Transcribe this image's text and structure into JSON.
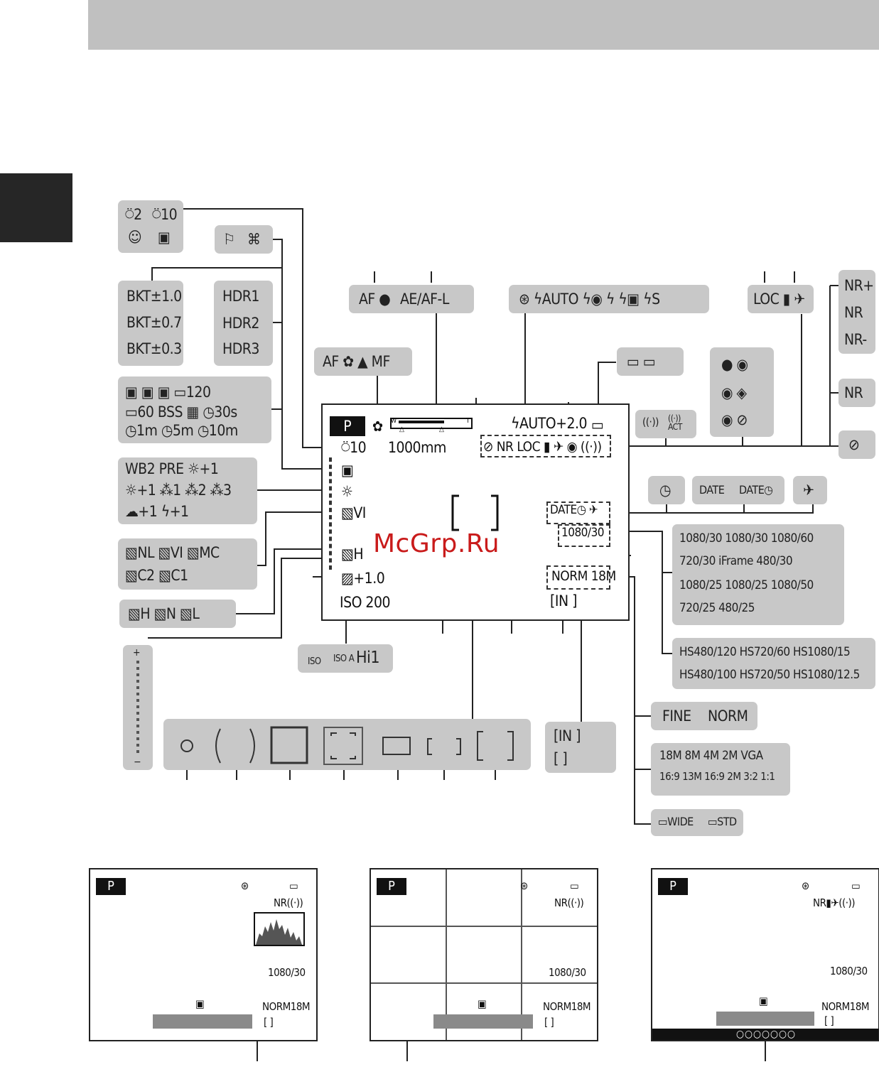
{
  "colors": {
    "header_band": "#c0c0c0",
    "side_tab": "#262626",
    "callout_box": "#c8c8c8",
    "watermark": "#c91b1b",
    "lcd_border": "#222222"
  },
  "watermark": "McGrp.Ru",
  "icons": {
    "self_timer_2": "⍥2",
    "self_timer_10": "⍥10",
    "smile_timer": "☺",
    "pet_release": "▣",
    "camera_shake": "⚐",
    "vr": "((·))",
    "loc": "LOC",
    "gps": "✈",
    "airplane": "✈"
  },
  "callouts": {
    "timer_box": {
      "row1": [
        "⍥2",
        "⍥10"
      ],
      "row2": [
        "☺",
        "▣"
      ]
    },
    "shake_box": [
      "⚐",
      "⌘"
    ],
    "bkt_box": [
      "BKT±1.0",
      "BKT±0.7",
      "BKT±0.3"
    ],
    "hdr_box": [
      "HDR1",
      "HDR2",
      "HDR3"
    ],
    "continuous_box": [
      "▣ ▣ ▣ ▭120",
      "▭60 BSS ▦ ◷30s",
      "◷1m ◷5m ◷10m"
    ],
    "wb_box": [
      "WB2 PRE ☼+1",
      "☼+1 ⁂1 ⁂2 ⁂3",
      "☁+1 ϟ+1"
    ],
    "picture_control_box": [
      "▧NL ▧VI ▧MC",
      "▧C2 ▧C1"
    ],
    "active_dlighting_box": [
      "▧H  ▧N  ▧L"
    ],
    "af_box": [
      "AF ●",
      "AE/AF-L"
    ],
    "focus_mode_box": [
      "AF ✿ ▲ MF"
    ],
    "flash_box": [
      "⊛ ϟAUTO ϟ◉ ϟ ϟ▣ ϟS"
    ],
    "battery_box": [
      "▭ ▭"
    ],
    "loc_box": [
      "LOC ▮ ✈"
    ],
    "nr_stack": [
      "NR+",
      "NR",
      "NR-"
    ],
    "nr_single": "NR",
    "gps_small": "⊘",
    "wifi_box": [
      "●  ◉",
      "◉  ◈",
      "◉  ⊘"
    ],
    "vr_box": [
      "((·))",
      "((·)) ACT"
    ],
    "clock_box": "◷",
    "date_box": [
      "DATE",
      "DATE◷"
    ],
    "airplane_box": "✈",
    "movie_box": [
      "1080/30 1080/30 1080/60",
      "720/30 iFrame 480/30",
      "1080/25 1080/25 1080/50",
      "720/25 480/25"
    ],
    "hs_box": [
      "HS480/120 HS720/60 HS1080/15",
      "HS480/100 HS720/50 HS1080/12.5"
    ],
    "quality_box": [
      "FINE",
      "NORM"
    ],
    "size_box": [
      "18M 8M 4M 2M VGA",
      "16:9 13M  16:9 2M  3:2  1:1"
    ],
    "panorama_box": [
      "▭WIDE",
      "▭STD"
    ],
    "iso_box": [
      "ISO",
      "ISO A",
      "Hi1"
    ],
    "memory_box": [
      "[IN  ]",
      "[    ]"
    ],
    "ev_scale": [
      "+",
      "−"
    ]
  },
  "lcd": {
    "mode": "P",
    "top_right": [
      "ϟAUTO+2.0",
      "▭"
    ],
    "timer_focal": [
      "⍥10",
      "1000mm"
    ],
    "status_row": [
      "⊘ NR LOC ▮ ✈ ◉ ((·))"
    ],
    "left_icons": [
      "▣",
      "☼",
      "▧VI",
      "▧H"
    ],
    "ev": "▨+1.0",
    "iso": "ISO 200",
    "date_air": "DATE◷ ✈",
    "movie": "1080/30",
    "quality": "NORM 18M",
    "memory": "[IN   ]",
    "zoom": {
      "w": "W",
      "t": "T"
    }
  },
  "mini_screens": [
    {
      "mode": "P",
      "flash": "⊛",
      "battery": "▭",
      "nr": "NR((·))",
      "movie": "1080/30",
      "quality": "NORM18M",
      "memory": "[   ]",
      "top_icon": "▣"
    },
    {
      "mode": "P",
      "flash": "⊛",
      "battery": "▭",
      "nr": "NR((·))",
      "movie": "1080/30",
      "quality": "NORM18M",
      "memory": "[   ]",
      "top_icon": "▣"
    },
    {
      "mode": "P",
      "flash": "⊛",
      "battery": "▭",
      "nr": "NR▮✈((·))",
      "movie": "1080/30",
      "quality": "NORM18M",
      "memory": "[   ]",
      "top_icon": "▣",
      "progress_dots": "○○○○○○○"
    }
  ]
}
